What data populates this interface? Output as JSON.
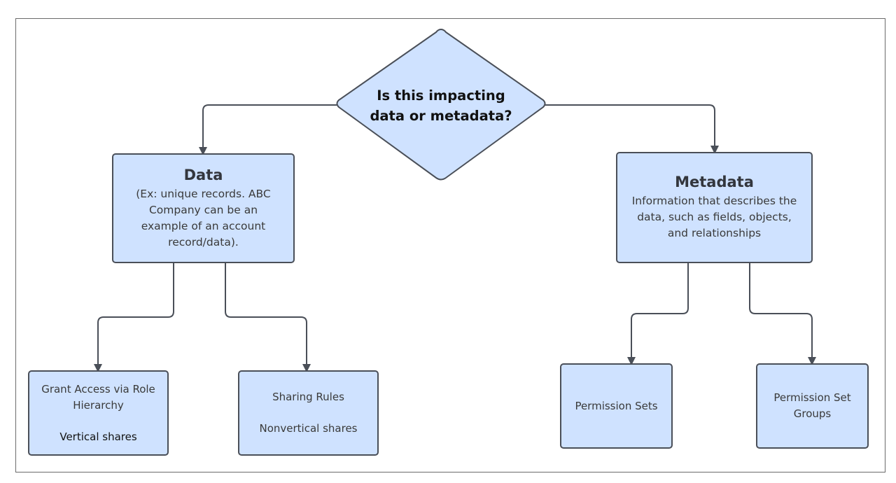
{
  "decision": {
    "line1": "Is this impacting",
    "line2": "data or metadata?"
  },
  "data_box": {
    "title": "Data",
    "desc_lines": [
      "(Ex: unique records. ABC",
      "Company can be an",
      "example of an account",
      "record/data)."
    ]
  },
  "metadata_box": {
    "title": "Metadata",
    "desc_lines": [
      "Information that describes the",
      "data, such as fields, objects,",
      "and relationships"
    ]
  },
  "leaves": {
    "role_hierarchy": {
      "line1a": "Grant Access via Role",
      "line1b": "Hierarchy",
      "line2": "Vertical shares"
    },
    "sharing_rules": {
      "line1": "Sharing Rules",
      "line2": "Nonvertical shares"
    },
    "permission_sets": {
      "line1": "Permission Sets"
    },
    "permission_set_groups": {
      "line1a": "Permission Set",
      "line1b": "Groups"
    }
  },
  "colors": {
    "node_fill": "#cfe2ff",
    "node_stroke": "#4a4f58",
    "connector": "#4a4f58"
  }
}
